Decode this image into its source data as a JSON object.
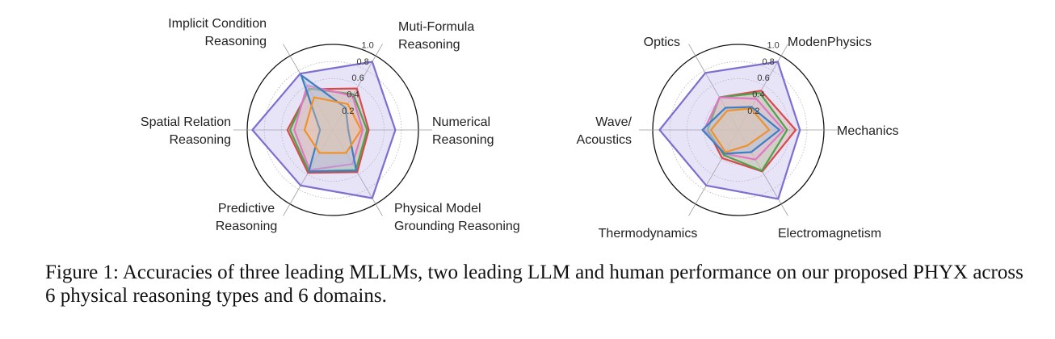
{
  "chart_data": [
    {
      "type": "radar",
      "axes": [
        [
          "Numerical",
          "Reasoning"
        ],
        [
          "Muti-Formula",
          "Reasoning"
        ],
        [
          "Implicit Condition",
          "Reasoning"
        ],
        [
          "Spatial Relation",
          "Reasoning"
        ],
        [
          "Predictive",
          "Reasoning"
        ],
        [
          "Physical Model",
          "Grounding Reasoning"
        ]
      ],
      "ticks": [
        "0.2",
        "0.4",
        "0.6",
        "0.8",
        "1.0"
      ],
      "rlim": [
        0,
        1
      ],
      "series": [
        {
          "color": "#7b6fd0",
          "fill": "#b9b3ec",
          "values": [
            0.73,
            0.92,
            0.76,
            0.94,
            0.75,
            0.92
          ]
        },
        {
          "color": "#d84b4b",
          "fill": "#e8a7a0",
          "values": [
            0.42,
            0.56,
            0.55,
            0.53,
            0.58,
            0.57
          ]
        },
        {
          "color": "#4ea24e",
          "fill": "#a8d4a3",
          "values": [
            0.4,
            0.48,
            0.56,
            0.5,
            0.56,
            0.54
          ]
        },
        {
          "color": "#e077c4",
          "fill": "#eeb7dd",
          "values": [
            0.35,
            0.46,
            0.6,
            0.45,
            0.54,
            0.46
          ]
        },
        {
          "color": "#3d7fc0",
          "fill": "#9fc3e3",
          "values": [
            0.18,
            0.3,
            0.74,
            0.15,
            0.56,
            0.55
          ]
        },
        {
          "color": "#f0922b",
          "fill": "#f6c99a",
          "values": [
            0.33,
            0.35,
            0.44,
            0.33,
            0.31,
            0.31
          ]
        }
      ]
    },
    {
      "type": "radar",
      "axes": [
        [
          "Mechanics"
        ],
        [
          "ModenPhysics"
        ],
        [
          "Optics"
        ],
        [
          "Wave/",
          "Acoustics"
        ],
        [
          "Thermodynamics"
        ],
        [
          "Electromagnetism"
        ]
      ],
      "ticks": [
        "0.2",
        "0.4",
        "0.6",
        "0.8",
        "1.0"
      ],
      "rlim": [
        0,
        1
      ],
      "series": [
        {
          "color": "#7b6fd0",
          "fill": "#b9b3ec",
          "values": [
            0.72,
            0.92,
            0.77,
            0.92,
            0.75,
            0.93
          ]
        },
        {
          "color": "#d84b4b",
          "fill": "#e8a7a0",
          "values": [
            0.67,
            0.53,
            0.44,
            0.36,
            0.38,
            0.56
          ]
        },
        {
          "color": "#4ea24e",
          "fill": "#a8d4a3",
          "values": [
            0.57,
            0.5,
            0.44,
            0.36,
            0.34,
            0.55
          ]
        },
        {
          "color": "#e077c4",
          "fill": "#eeb7dd",
          "values": [
            0.53,
            0.42,
            0.44,
            0.4,
            0.32,
            0.4
          ]
        },
        {
          "color": "#3d7fc0",
          "fill": "#9fc3e3",
          "values": [
            0.48,
            0.31,
            0.3,
            0.42,
            0.32,
            0.3
          ]
        },
        {
          "color": "#f0922b",
          "fill": "#f6c99a",
          "values": [
            0.36,
            0.29,
            0.26,
            0.32,
            0.3,
            0.21
          ]
        }
      ]
    }
  ],
  "caption": {
    "prefix": "Figure 1: Accuracies of three leading MLLMs, two leading LLM and human performance on our proposed ",
    "name_p": "P",
    "name_hy": "HY",
    "name_x": "X",
    "suffix": " across 6 physical reasoning types and 6 domains."
  }
}
